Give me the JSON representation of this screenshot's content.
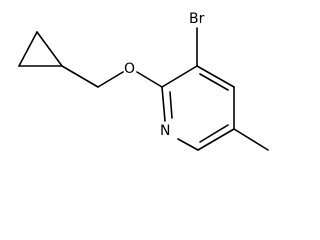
{
  "molecule": {
    "atoms": {
      "bromine": "Br",
      "oxygen": "O",
      "nitrogen": "N"
    }
  },
  "colors": {
    "bond": "#000000",
    "label": "#000000",
    "background": "#ffffff"
  }
}
